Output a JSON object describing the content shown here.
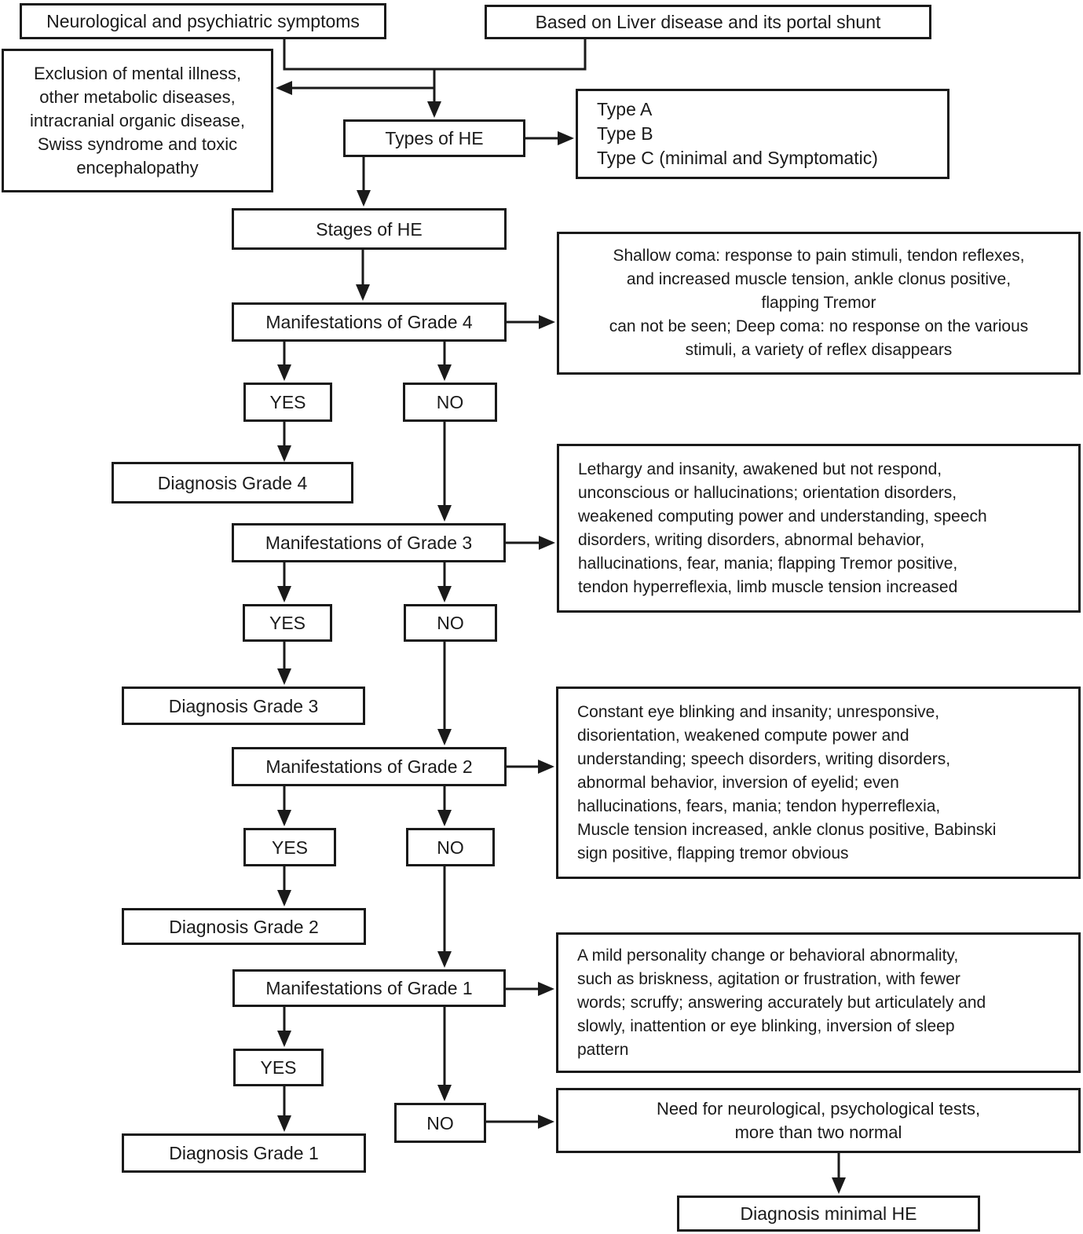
{
  "colors": {
    "ink": "#1a1a1a",
    "background": "#ffffff"
  },
  "flowchart": {
    "nodes": {
      "neuro_symptoms": {
        "label": "Neurological and psychiatric symptoms"
      },
      "liver_shunt": {
        "label": "Based on Liver disease and its portal shunt"
      },
      "exclusion": {
        "label": "Exclusion of mental illness,\nother metabolic diseases,\nintracranial organic disease,\nSwiss syndrome and toxic\nencephalopathy"
      },
      "types_of_he": {
        "label": "Types of HE"
      },
      "he_type_list": {
        "label": "Type A\nType B\nType C (minimal and Symptomatic)"
      },
      "stages_of_he": {
        "label": "Stages of HE"
      },
      "manifestations_g4": {
        "label": "Manifestations of Grade 4"
      },
      "g4_details": {
        "label": "Shallow coma: response to pain stimuli, tendon reflexes,\nand increased muscle tension, ankle clonus positive,\nflapping Tremor\ncan not be seen; Deep coma: no response on the various\nstimuli, a variety of reflex disappears"
      },
      "yes_g4": {
        "label": "YES"
      },
      "no_g4": {
        "label": "NO"
      },
      "diagnosis_g4": {
        "label": "Diagnosis Grade 4"
      },
      "manifestations_g3": {
        "label": "Manifestations of Grade 3"
      },
      "g3_details": {
        "label": "Lethargy and insanity, awakened but not respond,\nunconscious or hallucinations; orientation disorders,\nweakened computing power and understanding, speech\ndisorders, writing disorders, abnormal behavior,\nhallucinations, fear, mania; flapping Tremor positive,\ntendon hyperreflexia, limb muscle tension increased"
      },
      "yes_g3": {
        "label": "YES"
      },
      "no_g3": {
        "label": "NO"
      },
      "diagnosis_g3": {
        "label": "Diagnosis Grade 3"
      },
      "manifestations_g2": {
        "label": "Manifestations of Grade 2"
      },
      "g2_details": {
        "label": "Constant eye blinking and insanity; unresponsive,\ndisorientation, weakened compute power and\nunderstanding; speech disorders, writing disorders,\nabnormal behavior, inversion of eyelid; even\nhallucinations, fears, mania; tendon hyperreflexia,\nMuscle tension increased, ankle clonus positive, Babinski\nsign positive, flapping tremor obvious"
      },
      "yes_g2": {
        "label": "YES"
      },
      "no_g2": {
        "label": "NO"
      },
      "diagnosis_g2": {
        "label": "Diagnosis Grade 2"
      },
      "manifestations_g1": {
        "label": "Manifestations of Grade 1"
      },
      "g1_details": {
        "label": "A mild personality change or behavioral abnormality,\nsuch as briskness, agitation or frustration, with fewer\nwords; scruffy; answering accurately but articulately and\nslowly, inattention or eye blinking, inversion of sleep\npattern"
      },
      "yes_g1": {
        "label": "YES"
      },
      "no_g1": {
        "label": "NO"
      },
      "diagnosis_g1": {
        "label": "Diagnosis Grade 1"
      },
      "need_tests": {
        "label": "Need for neurological, psychological tests,\nmore than two normal"
      },
      "diagnosis_minimal": {
        "label": "Diagnosis minimal HE"
      }
    },
    "edges": [
      {
        "from": "neuro_symptoms",
        "to": "types_of_he"
      },
      {
        "from": "liver_shunt",
        "to": "types_of_he"
      },
      {
        "from": "junction",
        "to": "exclusion"
      },
      {
        "from": "types_of_he",
        "to": "he_type_list"
      },
      {
        "from": "types_of_he",
        "to": "stages_of_he"
      },
      {
        "from": "stages_of_he",
        "to": "manifestations_g4"
      },
      {
        "from": "manifestations_g4",
        "to": "g4_details"
      },
      {
        "from": "manifestations_g4",
        "to": "yes_g4"
      },
      {
        "from": "manifestations_g4",
        "to": "no_g4"
      },
      {
        "from": "yes_g4",
        "to": "diagnosis_g4"
      },
      {
        "from": "no_g4",
        "to": "manifestations_g3"
      },
      {
        "from": "manifestations_g3",
        "to": "g3_details"
      },
      {
        "from": "manifestations_g3",
        "to": "yes_g3"
      },
      {
        "from": "manifestations_g3",
        "to": "no_g3"
      },
      {
        "from": "yes_g3",
        "to": "diagnosis_g3"
      },
      {
        "from": "no_g3",
        "to": "manifestations_g2"
      },
      {
        "from": "manifestations_g2",
        "to": "g2_details"
      },
      {
        "from": "manifestations_g2",
        "to": "yes_g2"
      },
      {
        "from": "manifestations_g2",
        "to": "no_g2"
      },
      {
        "from": "yes_g2",
        "to": "diagnosis_g2"
      },
      {
        "from": "no_g2",
        "to": "manifestations_g1"
      },
      {
        "from": "manifestations_g1",
        "to": "g1_details"
      },
      {
        "from": "manifestations_g1",
        "to": "yes_g1"
      },
      {
        "from": "manifestations_g1",
        "to": "no_g1"
      },
      {
        "from": "yes_g1",
        "to": "diagnosis_g1"
      },
      {
        "from": "no_g1",
        "to": "need_tests"
      },
      {
        "from": "need_tests",
        "to": "diagnosis_minimal"
      }
    ]
  }
}
